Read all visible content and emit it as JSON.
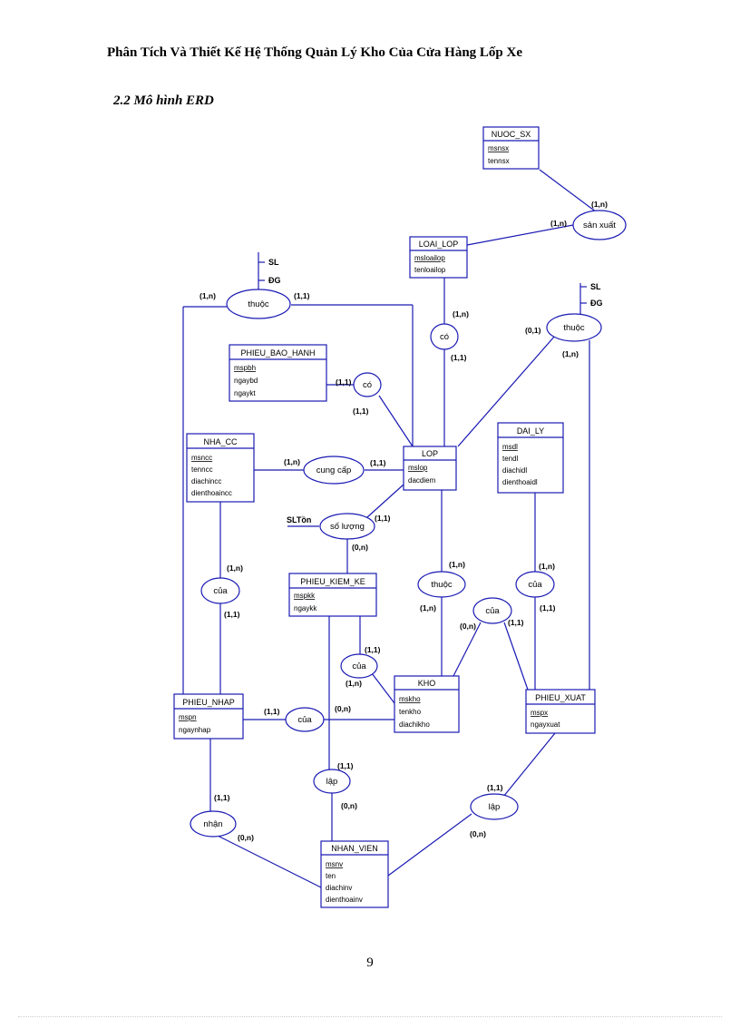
{
  "header": "Phân Tích Và Thiết Kế Hệ Thống Quản Lý Kho Của Cửa Hàng Lốp Xe",
  "section_title": "2.2 Mô hình ERD",
  "page_number": "9",
  "entities": {
    "nuoc_sx": {
      "name": "NUOC_SX",
      "attrs": [
        "msnsx",
        "tennsx"
      ]
    },
    "loai_lop": {
      "name": "LOAI_LOP",
      "attrs": [
        "msloailop",
        "tenloailop"
      ]
    },
    "phieu_bao_hanh": {
      "name": "PHIEU_BAO_HANH",
      "attrs": [
        "mspbh",
        "ngaybd",
        "ngaykt"
      ]
    },
    "nha_cc": {
      "name": "NHA_CC",
      "attrs": [
        "msncc",
        "tenncc",
        "diachincc",
        "dienthoaincc"
      ]
    },
    "lop": {
      "name": "LOP",
      "attrs": [
        "mslop",
        "dacdiem"
      ]
    },
    "dai_ly": {
      "name": "DAI_LY",
      "attrs": [
        "msdl",
        "tendl",
        "diachidl",
        "dienthoaidl"
      ]
    },
    "phieu_kiem_ke": {
      "name": "PHIEU_KIEM_KE",
      "attrs": [
        "mspkk",
        "ngaykk"
      ]
    },
    "kho": {
      "name": "KHO",
      "attrs": [
        "mskho",
        "tenkho",
        "diachikho"
      ]
    },
    "phieu_nhap": {
      "name": "PHIEU_NHAP",
      "attrs": [
        "mspn",
        "ngaynhap"
      ]
    },
    "phieu_xuat": {
      "name": "PHIEU_XUAT",
      "attrs": [
        "mspx",
        "ngayxuat"
      ]
    },
    "nhan_vien": {
      "name": "NHAN_VIEN",
      "attrs": [
        "msnv",
        "ten",
        "diachinv",
        "dienthoainv"
      ]
    }
  },
  "relationships": {
    "san_xuat": "sản xuất",
    "thuoc_nhap": "thuộc",
    "thuoc_xuat": "thuộc",
    "co_loai": "có",
    "co_bao_hanh": "có",
    "cung_cap": "cung cấp",
    "so_luong": "số lượng",
    "cua_ncc": "của",
    "thuoc_kho": "thuộc",
    "cua_daily": "của",
    "cua_kho_xuat": "của",
    "cua_kiemke": "của",
    "cua_nhap": "của",
    "lap_kiemke": "lập",
    "lap_xuat": "lập",
    "nhan": "nhận"
  },
  "attribute_labels": {
    "sl_1": "SL",
    "dg_1": "ĐG",
    "sl_2": "SL",
    "dg_2": "ĐG",
    "sl_ton": "SLTồn"
  },
  "cardinalities": {
    "c1": "(1,n)",
    "c2": "(1,n)",
    "c3": "(1,n)",
    "c4": "(1,1)",
    "c5": "(1,n)",
    "c6": "(1,1)",
    "c7": "(0,1)",
    "c8": "(1,n)",
    "c9": "(1,1)",
    "c10": "(1,1)",
    "c11": "(1,n)",
    "c12": "(1,1)",
    "c13": "(1,1)",
    "c14": "(0,n)",
    "c15": "(1,n)",
    "c16": "(1,1)",
    "c17": "(1,n)",
    "c18": "(1,n)",
    "c19": "(1,1)",
    "c20": "(1,n)",
    "c21": "(0,n)",
    "c22": "(1,1)",
    "c23": "(1,1)",
    "c24": "(1,n)",
    "c25": "(1,1)",
    "c26": "(0,n)",
    "c27": "(1,1)",
    "c28": "(0,n)",
    "c29": "(1,1)",
    "c30": "(0,n)",
    "c31": "(1,1)",
    "c32": "(0,n)"
  }
}
